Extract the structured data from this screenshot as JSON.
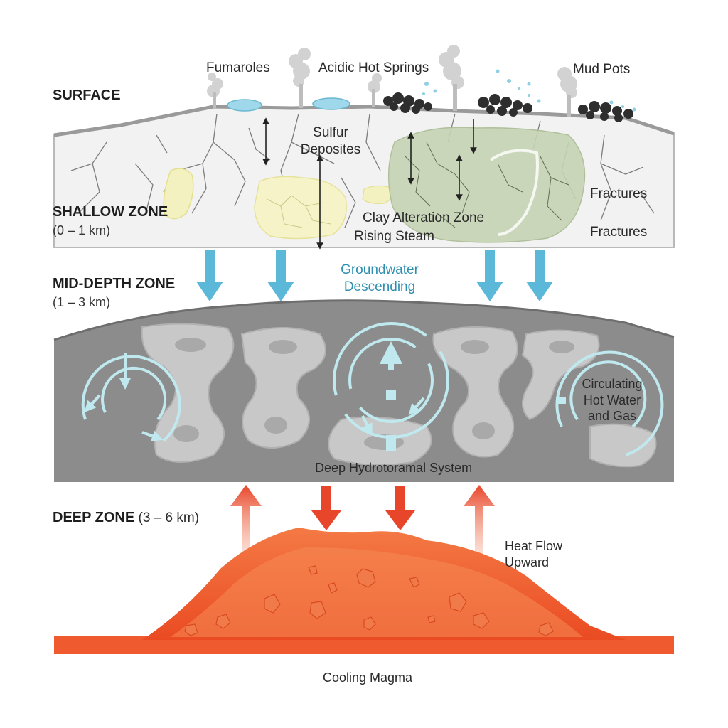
{
  "colors": {
    "background": "#ffffff",
    "shallow_rock": "#f1f1f1",
    "mid_rock": "#8f8f8f",
    "mid_rock_light": "#c9c9c9",
    "magma": "#ef5a2e",
    "magma_light": "#f58a56",
    "water_arrow": "#5bb8d8",
    "heat_arrow": "#e8462b",
    "circulation": "#bfe9ee",
    "sulfur": "#f4f2c2",
    "clay": "#b9c9a6",
    "mud": "#2e2e2e"
  },
  "surface": {
    "title": "SURFACE",
    "features": [
      "Fumaroles",
      "Acidic Hot Springs",
      "Mud Pots"
    ]
  },
  "shallow_zone": {
    "title": "SHALLOW ZONE",
    "range": "(0 – 1 km)",
    "labels": {
      "sulfur_line1": "Sulfur",
      "sulfur_line2": "Deposites",
      "clay": "Clay Alteration Zone",
      "steam": "Rising Steam",
      "fractures_1": "Fractures",
      "fractures_2": "Fractures"
    }
  },
  "groundwater": {
    "line1": "Groundwater",
    "line2": "Descending"
  },
  "mid_zone": {
    "title": "MID-DEPTH ZONE",
    "range": "(1 – 3 km)",
    "circ_line1": "Circulating",
    "circ_line2": "Hot Water",
    "circ_line3": "and Gas",
    "system": "Deep Hydrotoramal System"
  },
  "deep_zone": {
    "title": "DEEP ZONE",
    "range": "(3 – 6 km)",
    "heat_line1": "Heat Flow",
    "heat_line2": "Upward",
    "magma": "Cooling Magma"
  }
}
